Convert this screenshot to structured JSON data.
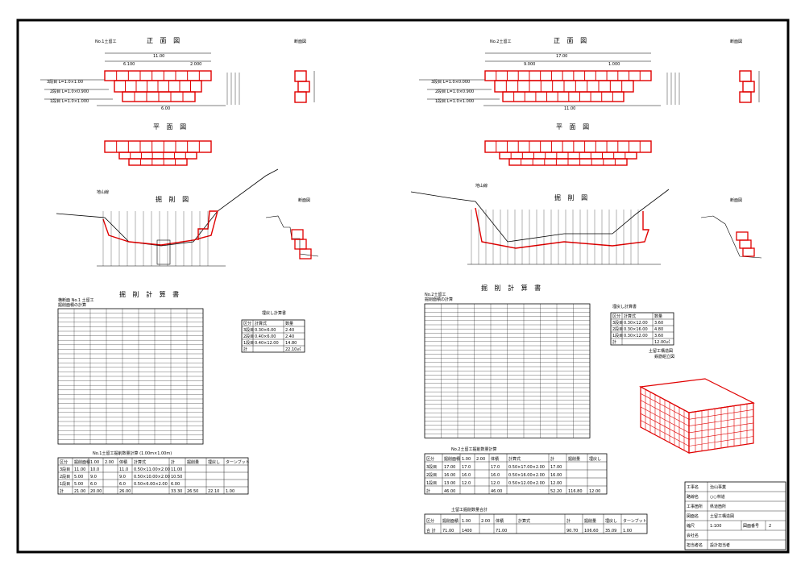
{
  "left_panel": {
    "name": "No.1土留工",
    "front_view_title": "正 面 図",
    "section_view_title": "断面図",
    "plan_title": "平 面 図",
    "excavation_title": "掘 削 図",
    "section2_title": "断面図",
    "dims": {
      "total": "11.00",
      "a": "6.100",
      "b": "2.000",
      "bottom": "6.00"
    },
    "tiers": [
      "3段目 L=1.0×1.00",
      "2段目 L=1.0×0.900",
      "1段目 L=1.0×1.000"
    ],
    "natural_ground": "地山線",
    "calc_title": "掘 削 計 算 書",
    "calc_notes": [
      "横断面 No.1 土留工",
      "掘削面積の計算"
    ],
    "backfill_title": "埋戻し計算書",
    "backfill_header": [
      "区分",
      "計算式",
      "数量"
    ],
    "backfill_rows": [
      [
        "3段目",
        "0.30×6.00",
        "2.40"
      ],
      [
        "2段目",
        "0.40×6.00",
        "2.40"
      ],
      [
        "1段目",
        "0.40×12.00",
        "14.80"
      ],
      [
        "計",
        "",
        "22.10㎡"
      ]
    ],
    "summary_title": "No.1土留工掘削数量計算 (1.00m×1.00m)",
    "summary_header": [
      "区分",
      "掘削面積",
      "1.00",
      "2.00",
      "体積",
      "計算式",
      "計",
      "掘削量",
      "埋戻し",
      "ターンブット"
    ],
    "summary_rows": [
      [
        "3段目",
        "11.00",
        "10.0",
        "",
        "11.0",
        "0.50×11.00×2.00",
        "11.00",
        "",
        "",
        ""
      ],
      [
        "2段目",
        "5.00",
        "9.0",
        "",
        "9.0",
        "0.50×10.00×2.00",
        "10.50",
        "",
        "",
        ""
      ],
      [
        "1段目",
        "5.00",
        "6.0",
        "",
        "6.0",
        "0.50×6.00×2.00",
        "6.00",
        "",
        "",
        ""
      ],
      [
        "計",
        "21.00",
        "20.00",
        "",
        "26.00",
        "",
        "33.30",
        "26.50",
        "22.10",
        "1.00"
      ]
    ]
  },
  "right_panel": {
    "name": "No.2土留工",
    "front_view_title": "正 面 図",
    "section_view_title": "断面図",
    "plan_title": "平 面 図",
    "excavation_title": "掘 削 図",
    "section2_title": "断面図",
    "dims": {
      "total": "17.00",
      "a": "9.000",
      "b": "1.000",
      "bottom": "11.00"
    },
    "tiers": [
      "3段目 L=1.0×0.000",
      "2段目 L=1.0×0.900",
      "1段目 L=1.0×1.000"
    ],
    "natural_ground": "地山線",
    "calc_title": "掘 削 計 算 書",
    "calc_notes": [
      "No.2土留工",
      "掘削面積の計算"
    ],
    "backfill_title": "埋戻し計算書",
    "backfill_header": [
      "区分",
      "計算式",
      "数量"
    ],
    "backfill_rows": [
      [
        "3段目",
        "0.30×12.00",
        "3.60"
      ],
      [
        "2段目",
        "0.30×16.00",
        "4.80"
      ],
      [
        "1段目",
        "0.30×12.00",
        "3.60"
      ],
      [
        "計",
        "",
        "12.00㎡"
      ]
    ],
    "iso_title": "土留工構造図",
    "iso_subtitle": "鉄筋組立図",
    "summary_title": "No.2土留工掘削数量計算",
    "summary_header": [
      "区分",
      "掘削面積",
      "1.00",
      "2.00",
      "体積",
      "計算式",
      "計",
      "掘削量",
      "埋戻し"
    ],
    "summary_rows": [
      [
        "3段目",
        "17.00",
        "17.0",
        "",
        "17.0",
        "0.50×17.00×2.00",
        "17.00",
        "",
        ""
      ],
      [
        "2段目",
        "16.00",
        "16.0",
        "",
        "16.0",
        "0.50×16.00×2.00",
        "16.00",
        "",
        ""
      ],
      [
        "1段目",
        "13.00",
        "12.0",
        "",
        "12.0",
        "0.50×12.00×2.00",
        "12.00",
        "",
        ""
      ],
      [
        "計",
        "46.00",
        "",
        "",
        "46.00",
        "",
        "52.20",
        "116.80",
        "12.00"
      ]
    ],
    "summary2_title": "土留工掘削数量合計",
    "summary2_header": [
      "区分",
      "掘削面積",
      "1.00",
      "2.00",
      "体積",
      "計算式",
      "計",
      "掘削量",
      "埋戻し",
      "ターンブット"
    ],
    "summary2_rows": [
      [
        "合 計",
        "71.00",
        "1400",
        "",
        "71.00",
        "",
        "90.70",
        "106.60",
        "35.09",
        "1.00"
      ]
    ]
  },
  "title_block": {
    "rows": [
      [
        "工事名",
        "治山事業"
      ],
      [
        "路線名",
        "○○林道"
      ],
      [
        "工事箇所",
        "県道箇所"
      ],
      [
        "図面名",
        "土留工構造図"
      ],
      [
        "縮尺",
        "1:100",
        "図面番号",
        "2"
      ],
      [
        "会社名",
        ""
      ],
      [
        "担当者名",
        "設計担当者"
      ]
    ]
  }
}
